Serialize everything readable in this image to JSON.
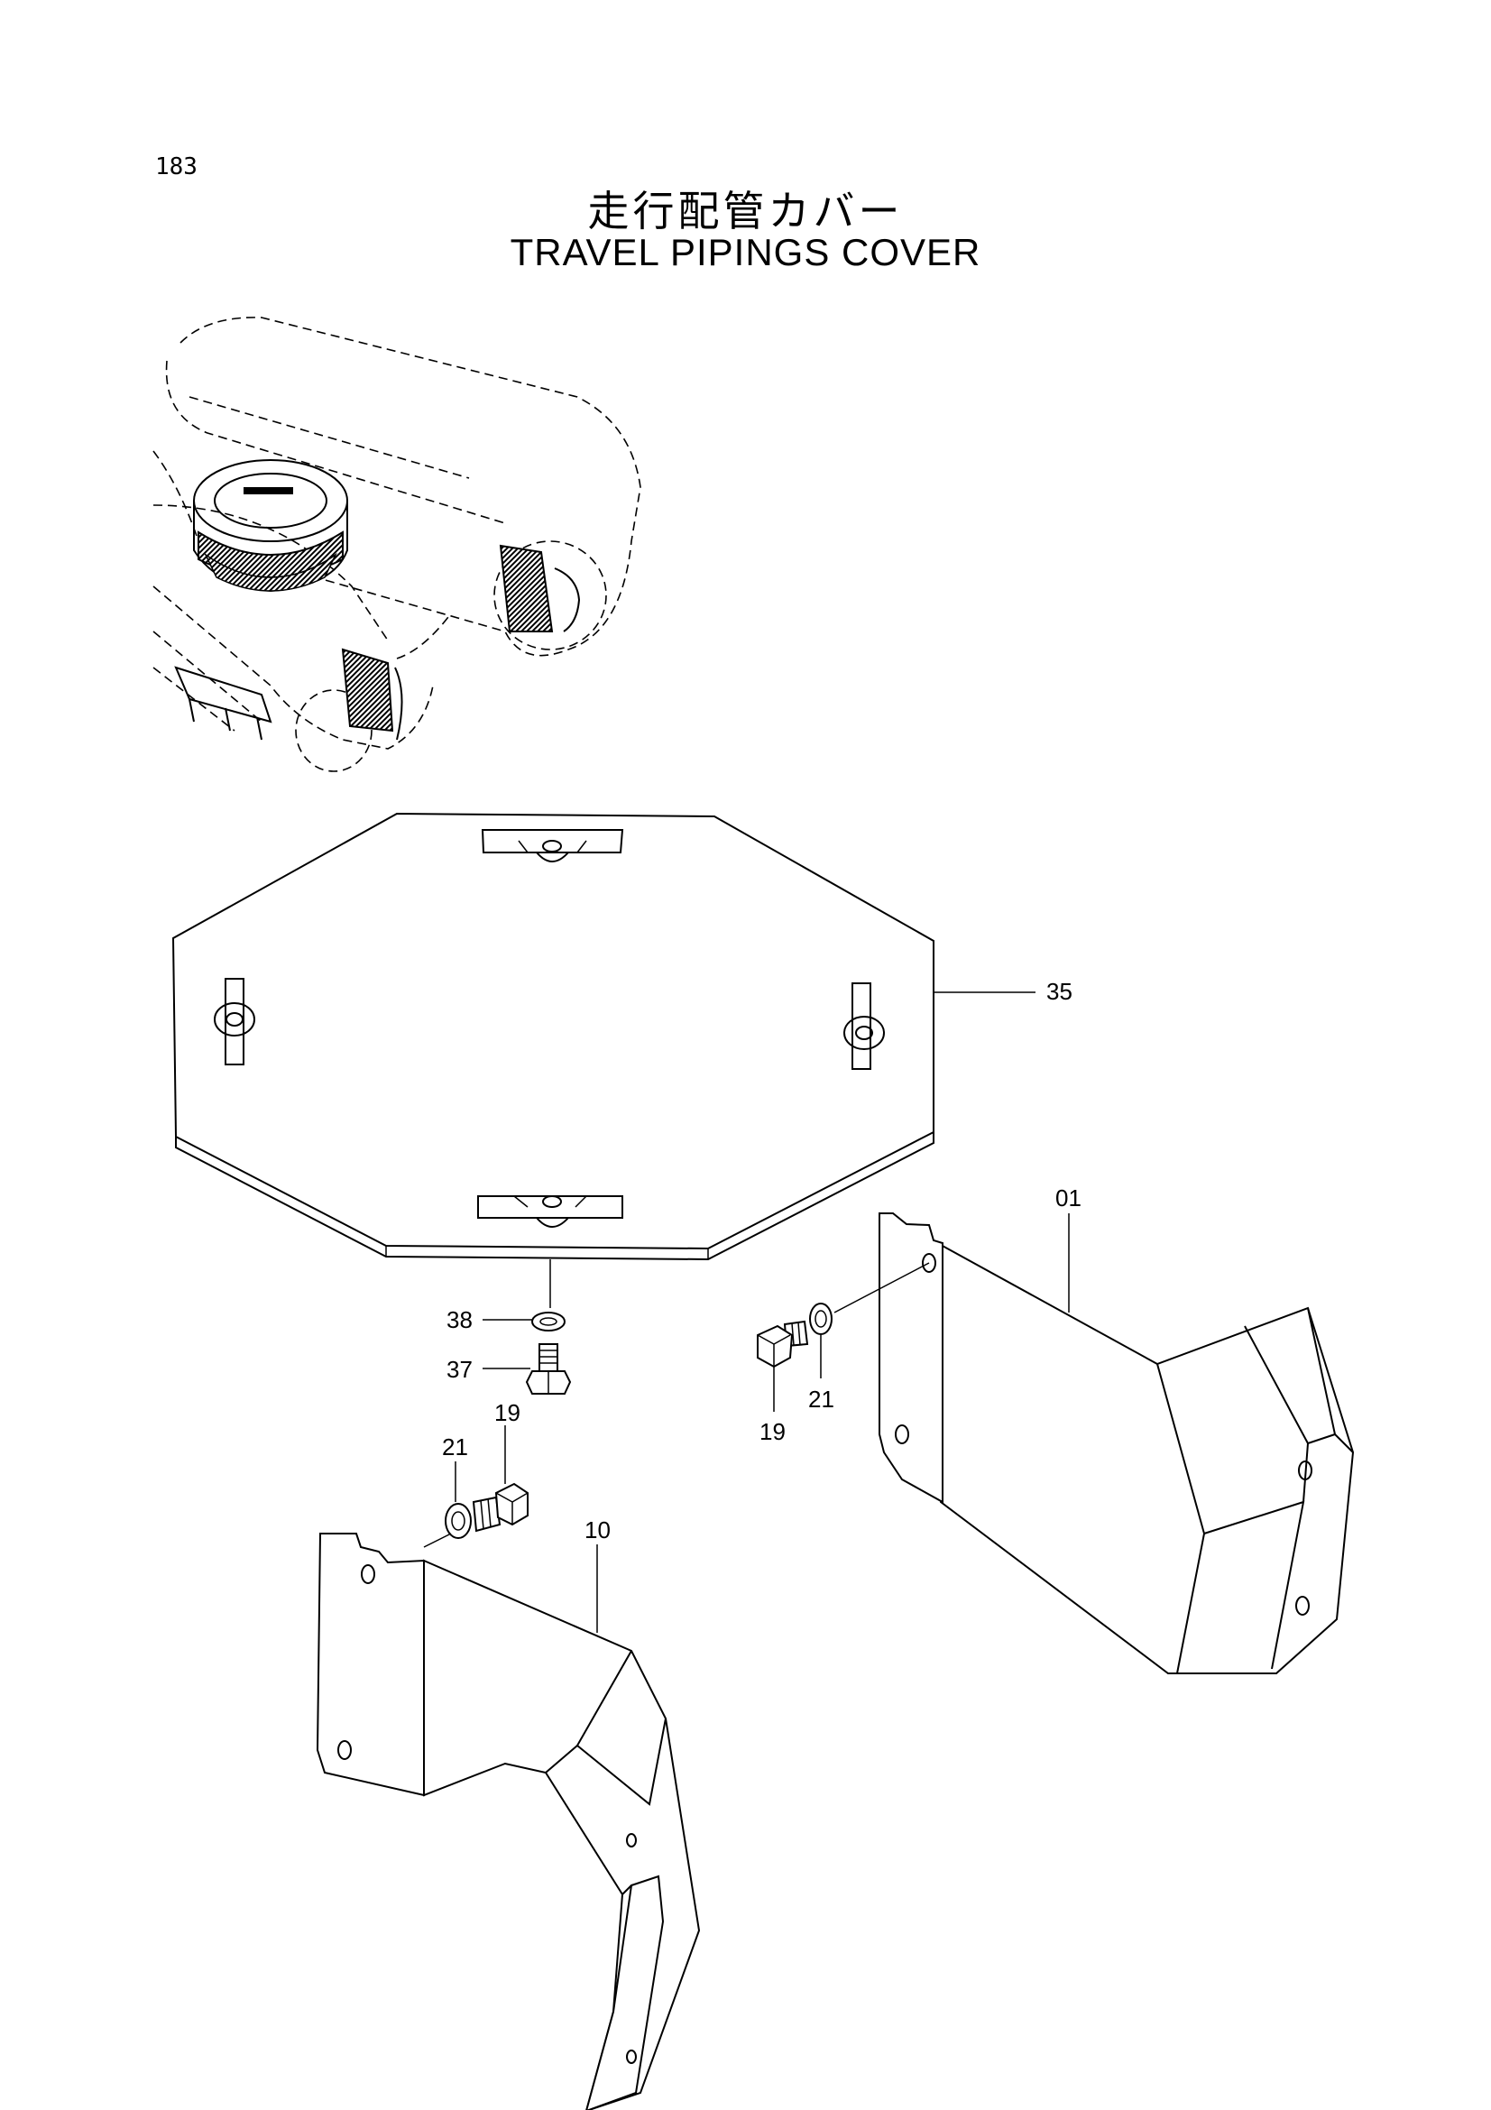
{
  "header": {
    "page_number": "183",
    "title_jp": "走行配管カバー",
    "title_en": "TRAVEL PIPINGS COVER"
  },
  "callouts": {
    "cover_top": "35",
    "cover_right": "01",
    "cover_left": "10",
    "oring_center": "38",
    "bolt_center": "37",
    "washer_right": "21",
    "bolt_right": "19",
    "washer_left": "21",
    "bolt_left": "19"
  }
}
